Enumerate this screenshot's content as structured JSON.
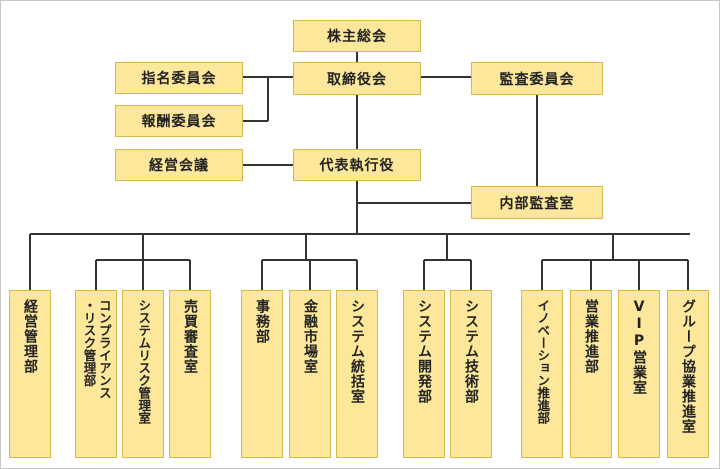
{
  "top": {
    "shareholders": "株主総会",
    "board": "取締役会",
    "nomination": "指名委員会",
    "compensation": "報酬委員会",
    "audit_committee": "監査委員会",
    "management_meeting": "経営会議",
    "ceo": "代表執行役",
    "internal_audit": "内部監査室"
  },
  "departments": {
    "d1": "経営管理部",
    "d2a": "コンプライアンス",
    "d2b": "・リスク管理部",
    "d3": "システムリスク管理室",
    "d4": "売買審査室",
    "d5": "事務部",
    "d6": "金融市場室",
    "d7": "システム統括室",
    "d8": "システム開発部",
    "d9": "システム技術部",
    "d10": "イノベーション推進部",
    "d11": "営業推進部",
    "d12": "VIP営業室",
    "d13": "グループ協業推進室"
  },
  "colors": {
    "box_fill": "#fde79a",
    "box_border": "#d9b84a",
    "line": "#333333"
  }
}
